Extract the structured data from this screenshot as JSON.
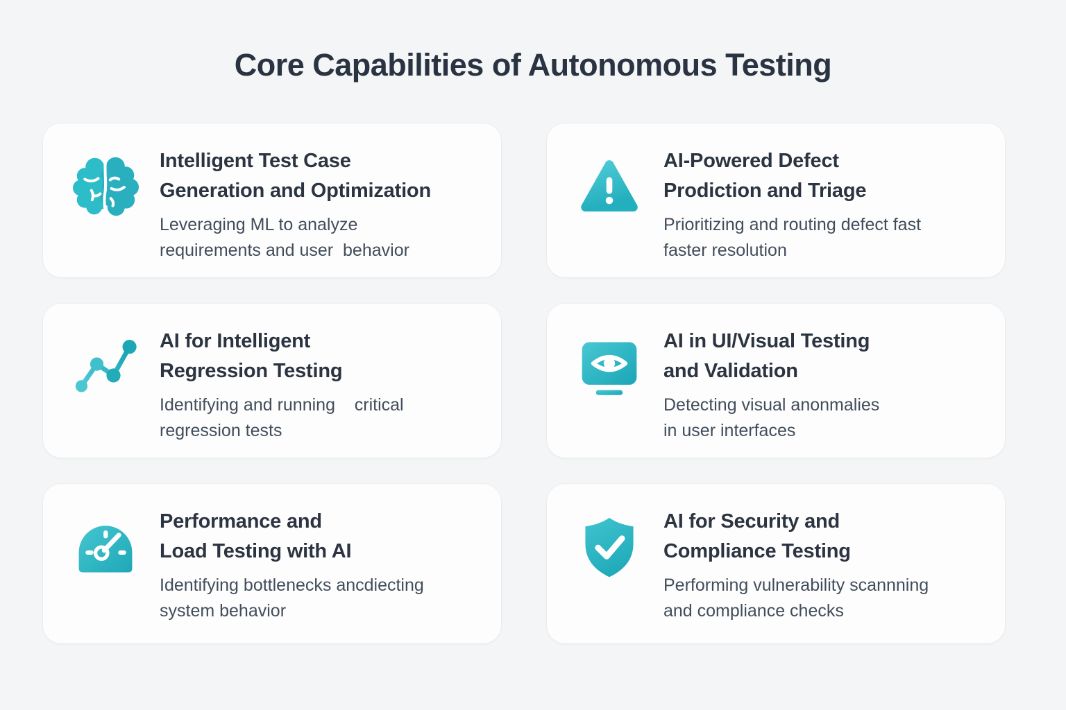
{
  "page": {
    "title": "Core Capabilities of Autonomous Testing",
    "background_color": "#f4f5f6",
    "card_color": "#fdfdfe",
    "accent_color": "#2bb5c2",
    "title_color": "#2a3341",
    "heading_text_color": "#2b3440",
    "body_text_color": "#414d5a"
  },
  "cards": [
    {
      "icon": "brain-icon",
      "title_lines": [
        "Intelligent Test Case",
        "Generation and Optimization"
      ],
      "desc_lines": [
        "Leveraging ML to analyze",
        "requirements and user  behavior"
      ]
    },
    {
      "icon": "warning-triangle-icon",
      "title_lines": [
        "AI-Powered Defect",
        "Prodiction and Triage"
      ],
      "desc_lines": [
        "Prioritizing and routing defect fast",
        "faster resolution"
      ]
    },
    {
      "icon": "line-chart-icon",
      "title_lines": [
        "AI for Intelligent",
        "Regression Testing"
      ],
      "desc_lines": [
        "Identifying and running    critical",
        "regression tests"
      ]
    },
    {
      "icon": "monitor-eye-icon",
      "title_lines": [
        "AI in UI/Visual Testing",
        "and Validation"
      ],
      "desc_lines": [
        "Detecting visual anonmalies",
        "in user interfaces"
      ]
    },
    {
      "icon": "gauge-icon",
      "title_lines": [
        "Performance and",
        "Load Testing with AI"
      ],
      "desc_lines": [
        "Identifying bottlenecks ancdiecting",
        "system behavior"
      ]
    },
    {
      "icon": "shield-check-icon",
      "title_lines": [
        "AI for Security and",
        "Compliance Testing"
      ],
      "desc_lines": [
        "Performing vulnerability scannning",
        "and compliance checks"
      ]
    }
  ]
}
